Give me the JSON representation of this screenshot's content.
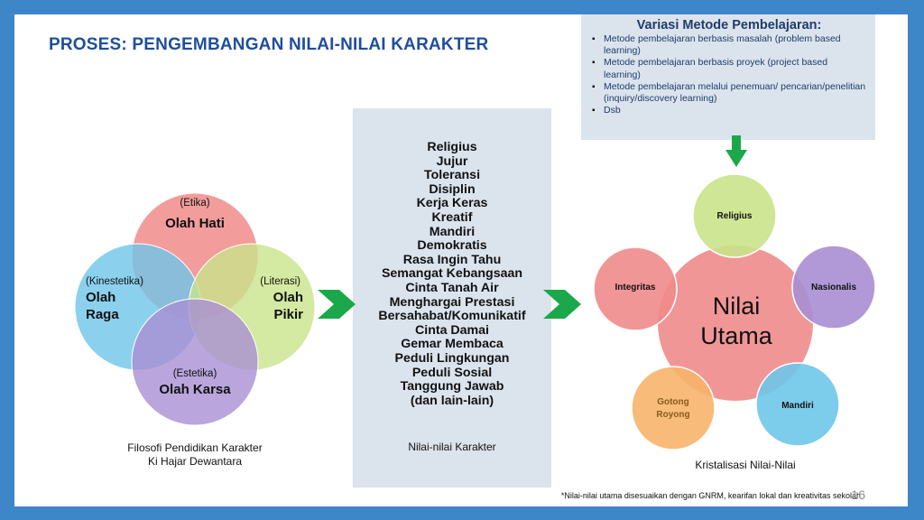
{
  "title": "PROSES: PENGEMBANGAN NILAI-NILAI KARAKTER",
  "variasi": {
    "title": "Variasi Metode Pembelajaran:",
    "items": [
      "Metode pembelajaran berbasis masalah (problem based learning)",
      "Metode pembelajaran berbasis proyek (project based learning)",
      "Metode pembelajaran melalui penemuan/ pencarian/penelitian (inquiry/discovery learning)",
      "Dsb"
    ]
  },
  "filosofi": {
    "circles": [
      {
        "tag": "(Etika)",
        "name": "Olah Hati",
        "color": "#f08b8b"
      },
      {
        "tag": "(Kinestetika)",
        "name_line1": "Olah",
        "name_line2": "Raga",
        "color": "#6ec6ea"
      },
      {
        "tag": "(Literasi)",
        "name_line1": "Olah",
        "name_line2": "Pikir",
        "color": "#c9e38a"
      },
      {
        "tag": "(Estetika)",
        "name": "Olah Karsa",
        "color": "#a98ed3"
      }
    ],
    "caption_line1": "Filosofi Pendidikan Karakter",
    "caption_line2": "Ki Hajar Dewantara"
  },
  "nilai_karakter": {
    "items": [
      "Religius",
      "Jujur",
      "Toleransi",
      "Disiplin",
      "Kerja Keras",
      "Kreatif",
      "Mandiri",
      "Demokratis",
      "Rasa Ingin Tahu",
      "Semangat Kebangsaan",
      "Cinta Tanah Air",
      "Menghargai Prestasi",
      "Bersahabat/Komunikatif",
      "Cinta Damai",
      "Gemar Membaca",
      "Peduli Lingkungan",
      "Peduli Sosial",
      "Tanggung Jawab",
      "(dan lain-lain)"
    ],
    "caption": "Nilai-nilai Karakter"
  },
  "nilai_utama": {
    "center_line1": "Nilai",
    "center_line2": "Utama",
    "center_color": "#f08b8b",
    "satellites": [
      {
        "label": "Religius",
        "color": "#c9e38a"
      },
      {
        "label": "Nasionalis",
        "color": "#a98ed3"
      },
      {
        "label": "Mandiri",
        "color": "#6ec6ea"
      },
      {
        "label_line1": "Gotong",
        "label_line2": "Royong",
        "color": "#f7b46a"
      },
      {
        "label": "Integritas",
        "color": "#f08b8b"
      }
    ],
    "caption": "Kristalisasi Nilai-Nilai"
  },
  "colors": {
    "arrow_green": "#1aa84a",
    "title_blue": "#1f4e9c",
    "frame_blue": "#3d86c8"
  },
  "footnote": "*Nilai-nilai utama disesuaikan dengan GNRM, kearifan lokal  dan kreativitas sekolah",
  "page_number": "16"
}
